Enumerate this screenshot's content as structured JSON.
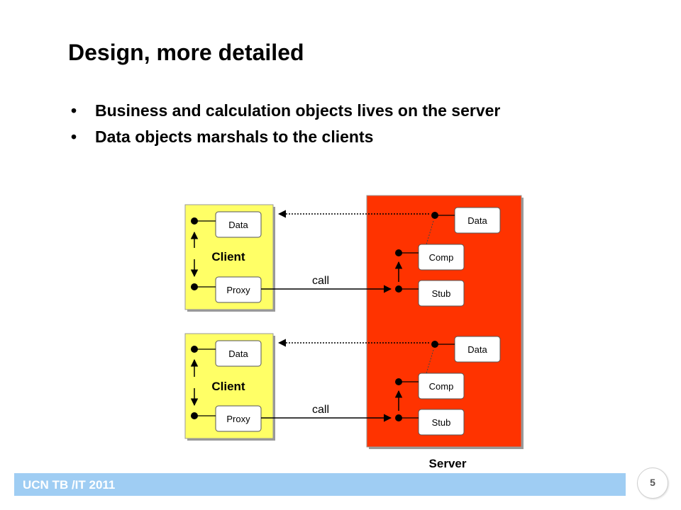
{
  "title": "Design, more detailed",
  "bullets": [
    "Business and calculation objects lives on the server",
    "Data objects marshals to the clients"
  ],
  "diagram": {
    "client_label": "Client",
    "server_label": "Server",
    "call_label": "call",
    "data_label": "Data",
    "proxy_label": "Proxy",
    "comp_label": "Comp",
    "stub_label": "Stub"
  },
  "colors": {
    "client_fill": "#ffff66",
    "server_fill": "#ff3300",
    "footer_bar": "#9fcdf3"
  },
  "footer": {
    "text": "UCN TB /IT 2011",
    "page_number": "5"
  }
}
